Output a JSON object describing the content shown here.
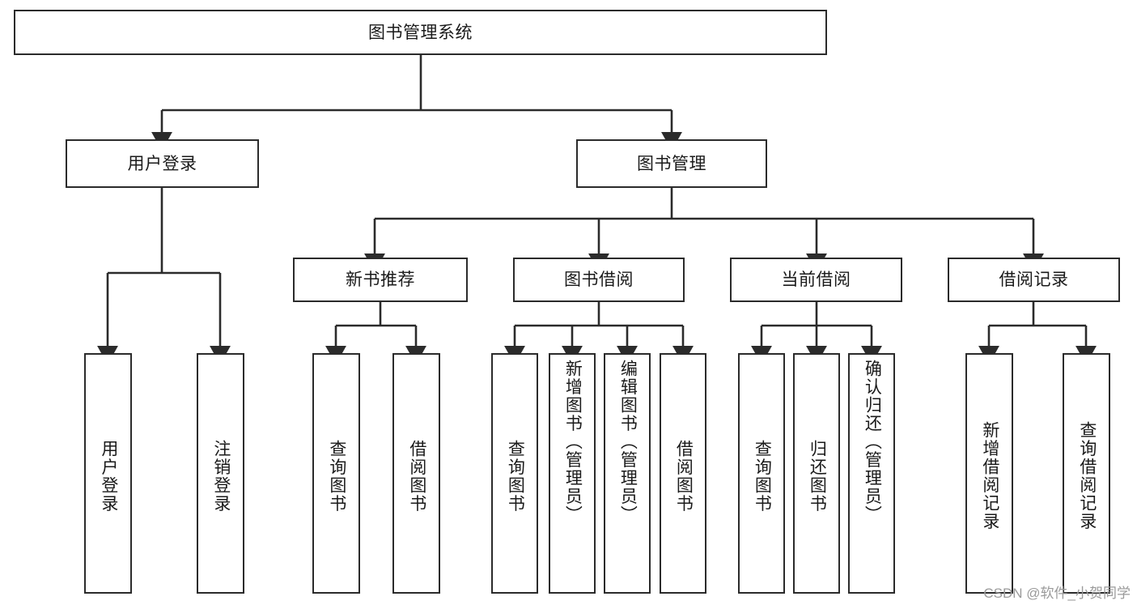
{
  "diagram": {
    "type": "tree-hierarchy",
    "title": "图书管理系统",
    "watermark": "CSDN @软件_小贺同学",
    "colors": {
      "stroke": "#2b2b2b",
      "fill": "#ffffff",
      "text": "#1a1a1a",
      "watermark": "#9a9a9a"
    },
    "nodes": {
      "root": {
        "label": "图书管理系统"
      },
      "level2": [
        {
          "id": "user-login",
          "label": "用户登录"
        },
        {
          "id": "book-manage",
          "label": "图书管理"
        }
      ],
      "level3": [
        {
          "id": "new-book-recommend",
          "label": "新书推荐"
        },
        {
          "id": "book-borrow",
          "label": "图书借阅"
        },
        {
          "id": "current-borrow",
          "label": "当前借阅"
        },
        {
          "id": "borrow-record",
          "label": "借阅记录"
        }
      ],
      "leaves": {
        "user_login": [
          {
            "id": "leaf-user-login",
            "label": "用户登录"
          },
          {
            "id": "leaf-logout-login",
            "label": "注销登录"
          }
        ],
        "new_book_recommend": [
          {
            "id": "leaf-query-book-1",
            "label": "查询图书"
          },
          {
            "id": "leaf-borrow-book-1",
            "label": "借阅图书"
          }
        ],
        "book_borrow": [
          {
            "id": "leaf-query-book-2",
            "label": "查询图书"
          },
          {
            "id": "leaf-add-book",
            "label": "新增图书（管理员）"
          },
          {
            "id": "leaf-edit-book",
            "label": "编辑图书（管理员）"
          },
          {
            "id": "leaf-borrow-book-2",
            "label": "借阅图书"
          }
        ],
        "current_borrow": [
          {
            "id": "leaf-query-book-3",
            "label": "查询图书"
          },
          {
            "id": "leaf-return-book",
            "label": "归还图书"
          },
          {
            "id": "leaf-confirm-return",
            "label": "确认归还（管理员）"
          }
        ],
        "borrow_record": [
          {
            "id": "leaf-add-record",
            "label": "新增借阅记录"
          },
          {
            "id": "leaf-query-record",
            "label": "查询借阅记录"
          }
        ]
      }
    }
  }
}
